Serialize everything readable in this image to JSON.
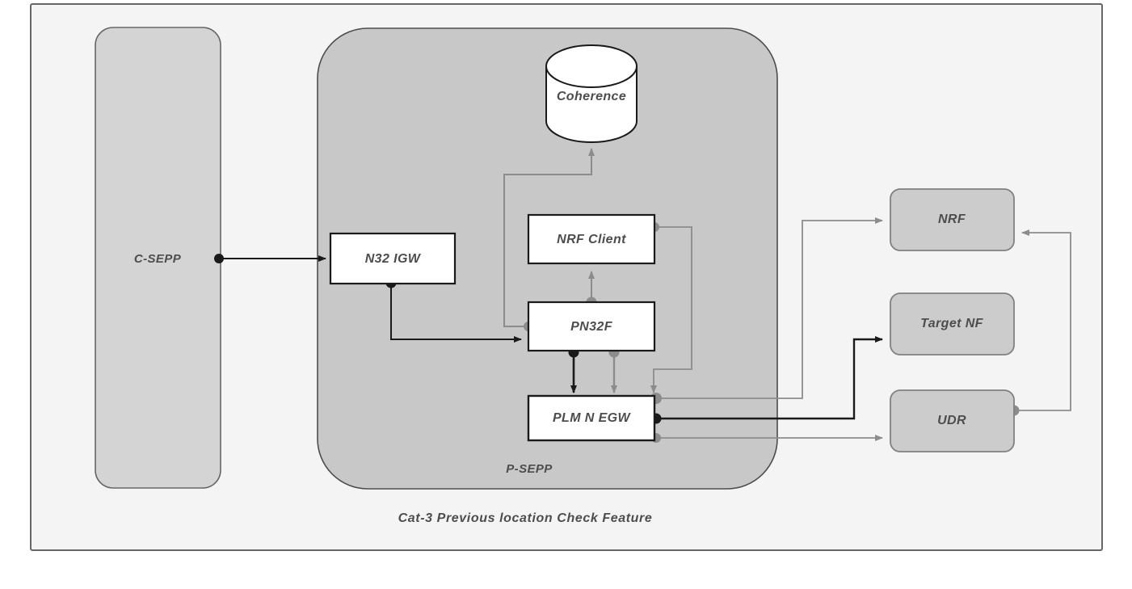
{
  "diagram": {
    "caption": "Cat-3 Previous location Check Feature",
    "colors": {
      "outer_frame_fill": "#f4f4f4",
      "outer_frame_stroke": "#666666",
      "zone_fill": "#d4d4d4",
      "zone_stroke": "#666666",
      "psepp_fill": "#c8c8c8",
      "node_fill": "#ffffff",
      "node_stroke": "#1a1a1a",
      "ext_node_fill": "#cccccc",
      "ext_node_stroke": "#808080",
      "edge_dark": "#1a1a1a",
      "edge_gray": "#8c8c8c",
      "text": "#4d4d4d"
    },
    "containers": [
      {
        "id": "c-sepp",
        "label": "C-SEPP"
      },
      {
        "id": "p-sepp",
        "label": "P-SEPP"
      }
    ],
    "nodes": [
      {
        "id": "n32-igw",
        "label": "N32 IGW",
        "kind": "process"
      },
      {
        "id": "nrf-client",
        "label": "NRF Client",
        "kind": "process"
      },
      {
        "id": "pn32f",
        "label": "PN32F",
        "kind": "process"
      },
      {
        "id": "plmn-egw",
        "label": "PLM N EGW",
        "kind": "process"
      },
      {
        "id": "coherence",
        "label": "Coherence",
        "kind": "datastore"
      },
      {
        "id": "nrf",
        "label": "NRF",
        "kind": "external"
      },
      {
        "id": "target-nf",
        "label": "Target NF",
        "kind": "external"
      },
      {
        "id": "udr",
        "label": "UDR",
        "kind": "external"
      }
    ],
    "edges": [
      {
        "id": "edge-csepp-n32igw",
        "from": "c-sepp",
        "to": "n32-igw",
        "style": "dark"
      },
      {
        "id": "edge-n32igw-pn32f",
        "from": "n32-igw",
        "to": "pn32f",
        "style": "dark"
      },
      {
        "id": "edge-pn32f-coherence",
        "from": "pn32f",
        "to": "coherence",
        "style": "gray"
      },
      {
        "id": "edge-pn32f-nrfclient",
        "from": "pn32f",
        "to": "nrf-client",
        "style": "gray"
      },
      {
        "id": "edge-pn32f-plmnegw-dark",
        "from": "pn32f",
        "to": "plmn-egw",
        "style": "dark"
      },
      {
        "id": "edge-pn32f-plmnegw-gray",
        "from": "pn32f",
        "to": "plmn-egw",
        "style": "gray"
      },
      {
        "id": "edge-nrfclient-plmnegw",
        "from": "nrf-client",
        "to": "plmn-egw",
        "style": "gray"
      },
      {
        "id": "edge-plmnegw-nrf",
        "from": "plmn-egw",
        "to": "nrf",
        "style": "gray"
      },
      {
        "id": "edge-plmnegw-targetnf",
        "from": "plmn-egw",
        "to": "target-nf",
        "style": "dark"
      },
      {
        "id": "edge-plmnegw-udr",
        "from": "plmn-egw",
        "to": "udr",
        "style": "gray"
      },
      {
        "id": "edge-udr-nrf",
        "from": "udr",
        "to": "nrf",
        "style": "gray"
      }
    ]
  }
}
